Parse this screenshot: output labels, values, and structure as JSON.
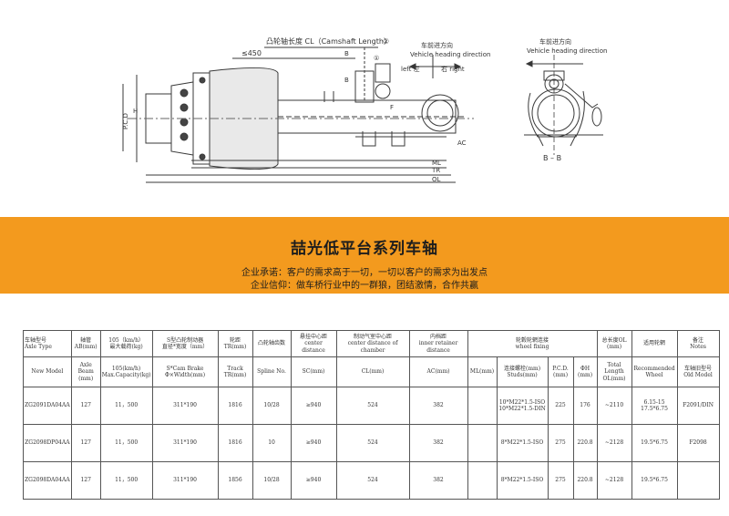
{
  "drawing": {
    "camshaft_label": "凸轮轴长度 CL（Camshaft Length）",
    "circ2": "②",
    "circ1": "①",
    "dim_450": "≤450",
    "heading_cn_1": "车前进方向",
    "heading_en_1": "Vehicle heading direction",
    "heading_cn_2": "车前进方向",
    "heading_en_2": "Vehicle heading direction",
    "left_label": "left 左",
    "right_label": "右 right",
    "label_B_top": "B",
    "label_B_bottom": "B",
    "label_F": "F",
    "label_AC": "AC",
    "label_ML": "ML",
    "label_TR": "TR",
    "label_OL": "OL",
    "label_H": "H",
    "label_PCD": "P.C.D",
    "label_section": "B – B"
  },
  "banner": {
    "title": "喆光低平台系列车轴",
    "line1": "企业承诺：客户的需求高于一切，一切以客户的需求为出发点",
    "line2": "企业信仰：做车桥行业中的一群狼，团结激情，合作共赢"
  },
  "table": {
    "h1": {
      "axle_type": "车轴型号\nAxle Type",
      "beam": "轴管\nAB(mm)",
      "speed": "105（km/h）\n最大载荷(kg)",
      "brake": "S型凸轮制动器\n直径*宽度（mm）",
      "track": "轮距\nTR(mm)",
      "spline": "凸轮轴齿数",
      "spring": "悬挂中心距\ncenter distance",
      "chamber": "制动气室中心距\ncenter distance of chamber",
      "retainer": "内档距\ninner retainer distance",
      "wheel": "轮毂轮辋连接\nwheel fixing",
      "total": "总长度OL\n(mm)",
      "rec": "适用轮辋",
      "notes": "备注\nNotes"
    },
    "h2": {
      "model": "New Model",
      "beam": "Axle Beam\n(mm)",
      "capacity": "105(km/h)\nMax.Capacity(kg)",
      "brake": "S*Cam Brake\nΦ×Width(mm)",
      "track": "Track\nTR(mm)",
      "spline": "Spline No.",
      "sc": "SC(mm)",
      "cl": "CL(mm)",
      "ac": "AC(mm)",
      "ml": "ML(mm)",
      "studs": "连接螺栓(mm)\nStuds(mm)",
      "pcd": "P.C.D.\n(mm)",
      "phih": "ΦH\n(mm)",
      "total": "Total Length\nOL(mm)",
      "rec": "Recommended\nWheel",
      "old": "车轴旧型号\nOld Model"
    },
    "rows": [
      {
        "model": "ZG2091DA04AA",
        "beam": "127",
        "cap": "11，500",
        "brake": "311*190",
        "track": "1816",
        "spline": "10/28",
        "sc": "≥940",
        "cl": "524",
        "ac": "382",
        "ml": "",
        "studs": "10*M22*1.5-ISO\n10*M22*1.5-DIN",
        "pcd": "225",
        "phih": "176",
        "total": "~2110",
        "rec": "6.15-15\n17.5*6.75",
        "old": "F2091/DIN"
      },
      {
        "model": "ZG2098DP04AA",
        "beam": "127",
        "cap": "11，500",
        "brake": "311*190",
        "track": "1816",
        "spline": "10",
        "sc": "≥940",
        "cl": "524",
        "ac": "382",
        "ml": "",
        "studs": "8*M22*1.5-ISO",
        "pcd": "275",
        "phih": "220.8",
        "total": "~2128",
        "rec": "19.5*6.75",
        "old": "F2098"
      },
      {
        "model": "ZG2098DA04AA",
        "beam": "127",
        "cap": "11，500",
        "brake": "311*190",
        "track": "1856",
        "spline": "10/28",
        "sc": "≥940",
        "cl": "524",
        "ac": "382",
        "ml": "",
        "studs": "8*M22*1.5-ISO",
        "pcd": "275",
        "phih": "220.8",
        "total": "~2128",
        "rec": "19.5*6.75",
        "old": ""
      }
    ]
  }
}
